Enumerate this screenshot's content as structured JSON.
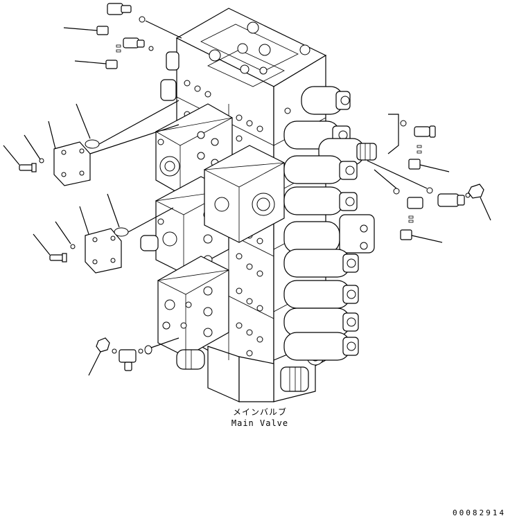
{
  "caption": {
    "japanese": "メインバルブ",
    "english": "Main Valve"
  },
  "drawing_number": "00082914"
}
